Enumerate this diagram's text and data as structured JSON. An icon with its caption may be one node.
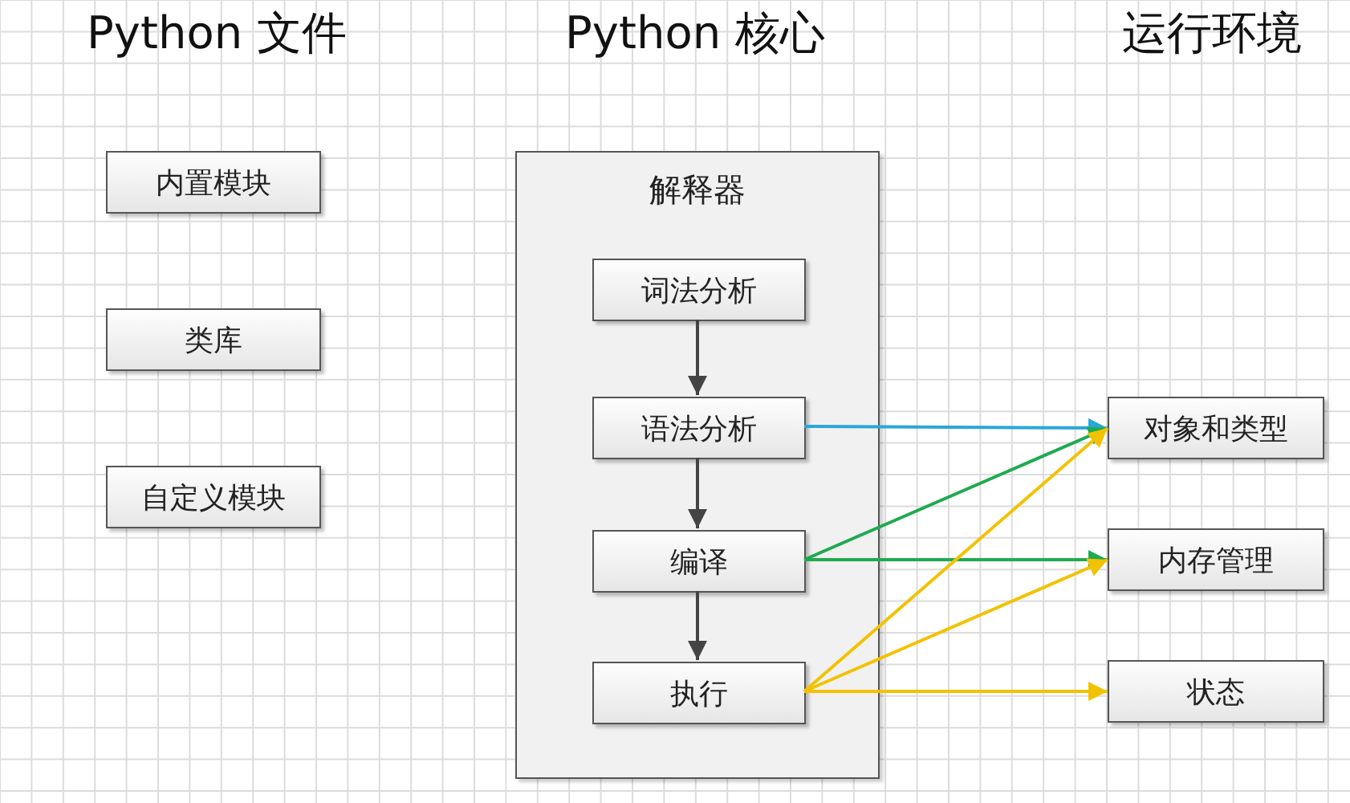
{
  "diagram": {
    "nodes": [
      {
        "text": [
          "内置模块"
        ]
      },
      {
        "text": [
          "类库"
        ]
      },
      {
        "text": [
          "自定义模块"
        ]
      },
      {
        "text": [
          "解释器"
        ]
      },
      {
        "text": [
          "词法分析"
        ],
        "in": 3
      },
      {
        "text": [
          "语法分析"
        ],
        "in": 3
      },
      {
        "text": [
          "编译"
        ],
        "in": 3
      },
      {
        "text": [
          "执行"
        ],
        "in": 3
      },
      {
        "text": [
          "对象和类型"
        ]
      },
      {
        "text": [
          "内存管理"
        ]
      },
      {
        "text": [
          "状态"
        ]
      }
    ],
    "edges": [
      {
        "from": 4,
        "to": 5,
        "arrow": "to"
      },
      {
        "from": 5,
        "to": 6,
        "arrow": "to"
      },
      {
        "from": 6,
        "to": 7,
        "arrow": "to"
      },
      {
        "from": 5,
        "to": 8,
        "arrow": "to",
        "color": "#2aa7d8"
      },
      {
        "from": 6,
        "to": 8,
        "arrow": "to",
        "color": "#1faa4f"
      },
      {
        "from": 6,
        "to": 9,
        "arrow": "to",
        "color": "#1faa4f"
      },
      {
        "from": 7,
        "to": 8,
        "arrow": "to",
        "color": "#f2c200"
      },
      {
        "from": 7,
        "to": 9,
        "arrow": "to",
        "color": "#f2c200"
      },
      {
        "from": 7,
        "to": 10,
        "arrow": "to",
        "color": "#f2c200"
      }
    ],
    "labels": [
      "Python 文件",
      "Python 核心",
      "运行环境"
    ]
  }
}
